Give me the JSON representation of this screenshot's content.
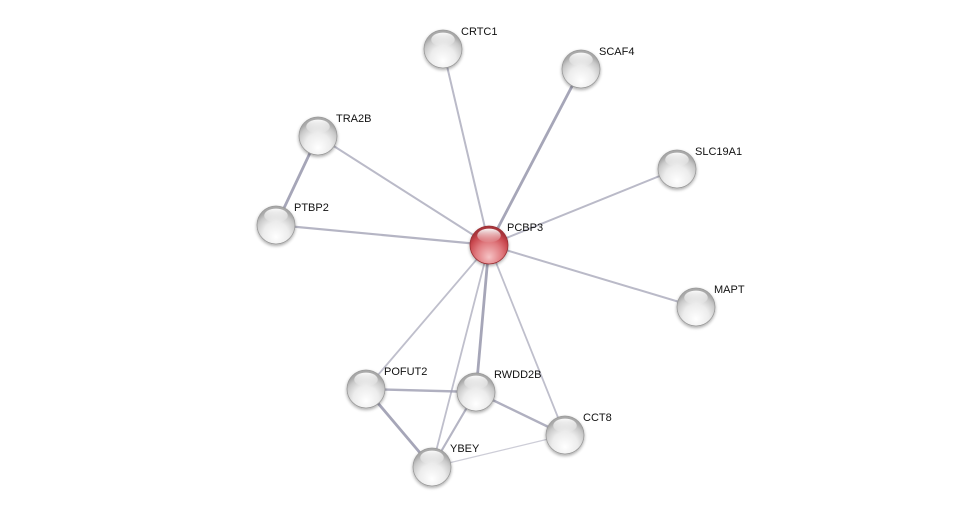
{
  "network": {
    "query_color": "#d9575e",
    "node_color": "#e8e8e8",
    "edge_color": "#9c9cb0",
    "nodes": [
      {
        "id": "PCBP3",
        "label": "PCBP3",
        "query": true
      },
      {
        "id": "CRTC1",
        "label": "CRTC1"
      },
      {
        "id": "SCAF4",
        "label": "SCAF4"
      },
      {
        "id": "TRA2B",
        "label": "TRA2B"
      },
      {
        "id": "SLC19A1",
        "label": "SLC19A1"
      },
      {
        "id": "PTBP2",
        "label": "PTBP2"
      },
      {
        "id": "MAPT",
        "label": "MAPT"
      },
      {
        "id": "POFUT2",
        "label": "POFUT2"
      },
      {
        "id": "RWDD2B",
        "label": "RWDD2B"
      },
      {
        "id": "CCT8",
        "label": "CCT8"
      },
      {
        "id": "YBEY",
        "label": "YBEY"
      }
    ],
    "edges": [
      {
        "source": "PCBP3",
        "target": "CRTC1",
        "strength": 0.5
      },
      {
        "source": "PCBP3",
        "target": "SCAF4",
        "strength": 0.9
      },
      {
        "source": "PCBP3",
        "target": "TRA2B",
        "strength": 0.5
      },
      {
        "source": "PCBP3",
        "target": "SLC19A1",
        "strength": 0.5
      },
      {
        "source": "PCBP3",
        "target": "PTBP2",
        "strength": 0.6
      },
      {
        "source": "PCBP3",
        "target": "MAPT",
        "strength": 0.5
      },
      {
        "source": "PCBP3",
        "target": "POFUT2",
        "strength": 0.4
      },
      {
        "source": "PCBP3",
        "target": "RWDD2B",
        "strength": 0.9
      },
      {
        "source": "PCBP3",
        "target": "CCT8",
        "strength": 0.4
      },
      {
        "source": "PCBP3",
        "target": "YBEY",
        "strength": 0.4
      },
      {
        "source": "TRA2B",
        "target": "PTBP2",
        "strength": 0.9
      },
      {
        "source": "POFUT2",
        "target": "RWDD2B",
        "strength": 0.7
      },
      {
        "source": "POFUT2",
        "target": "YBEY",
        "strength": 0.9
      },
      {
        "source": "RWDD2B",
        "target": "CCT8",
        "strength": 0.7
      },
      {
        "source": "RWDD2B",
        "target": "YBEY",
        "strength": 0.6
      },
      {
        "source": "CCT8",
        "target": "YBEY",
        "strength": 0.1
      }
    ]
  }
}
